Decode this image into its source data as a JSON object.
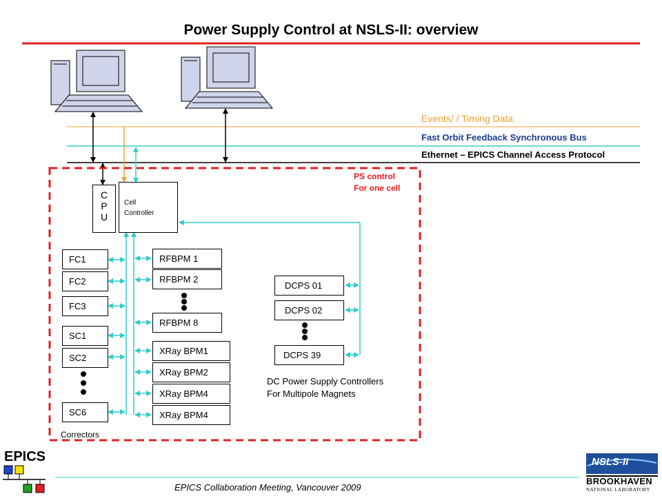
{
  "title": "Power Supply Control at  NSLS-II: overview",
  "buses": {
    "timing": "Events/ / Timing Data",
    "feedback": "Fast Orbit Feedback Synchronous Bus",
    "ethernet": "Ethernet – EPICS Channel Access Protocol"
  },
  "ps_control": [
    "PS control",
    "For one cell"
  ],
  "cpu_letters": [
    "C",
    "P",
    "U"
  ],
  "cell_controller": [
    "Cell",
    "Controller"
  ],
  "fc": [
    "FC1",
    "FC2",
    "FC3"
  ],
  "sc": [
    "SC1",
    "SC2",
    "SC6"
  ],
  "rfbpm": [
    "RFBPM 1",
    "RFBPM 2",
    "RFBPM 8"
  ],
  "xray": [
    "XRay BPM1",
    "XRay BPM2",
    "XRay BPM4",
    "XRay BPM4"
  ],
  "dcps": [
    "DCPS 01",
    "DCPS 02",
    "DCPS 39"
  ],
  "dc_caption": [
    "DC Power Supply Controllers",
    "For Multipole Magnets"
  ],
  "correctors": "Correctors",
  "footer": "EPICS Collaboration Meeting, Vancouver 2009",
  "logos": {
    "left": "EPICS",
    "nsls": "NSLS-II",
    "bnl_top": "BROOKHAVEN",
    "bnl_bottom": "NATIONAL LABORATORY"
  },
  "colors": {
    "red": "#e02020",
    "cyan": "#33cccc",
    "orange": "#f0a030",
    "blue": "#1a3c8a",
    "monitor": "#d0d4ea"
  }
}
